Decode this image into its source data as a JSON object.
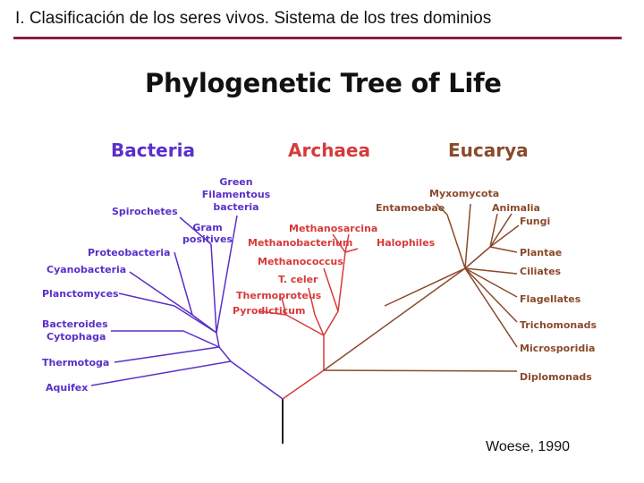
{
  "slide": {
    "title": "I. Clasificación de los seres vivos. Sistema de los tres dominios",
    "citation": "Woese, 1990"
  },
  "diagram": {
    "title": "Phylogenetic Tree of Life",
    "colors": {
      "bacteria": "#5a2fc9",
      "archaea": "#d83a3a",
      "eucarya": "#8b4a2b",
      "root": "#222222",
      "rule": "#8b1e4b"
    },
    "domains": {
      "bacteria": "Bacteria",
      "archaea": "Archaea",
      "eucarya": "Eucarya"
    },
    "bacteria": {
      "green_filamentous": [
        "Green",
        "Filamentous",
        "bacteria"
      ],
      "spirochetes": "Spirochetes",
      "gram_positives": [
        "Gram",
        "positives"
      ],
      "proteobacteria": "Proteobacteria",
      "cyanobacteria": "Cyanobacteria",
      "planctomyces": "Planctomyces",
      "bacteroides": [
        "Bacteroides",
        "Cytophaga"
      ],
      "thermotoga": "Thermotoga",
      "aquifex": "Aquifex"
    },
    "archaea": {
      "methanosarcina": "Methanosarcina",
      "methanobacterium": "Methanobacterium",
      "halophiles": "Halophiles",
      "methanococcus": "Methanococcus",
      "t_celer": "T. celer",
      "thermoproteus": "Thermoproteus",
      "pyrodicticum": "Pyrodicticum"
    },
    "eucarya": {
      "entamoebae": "Entamoebae",
      "myxomycota": "Myxomycota",
      "animalia": "Animalia",
      "fungi": "Fungi",
      "plantae": "Plantae",
      "ciliates": "Ciliates",
      "flagellates": "Flagellates",
      "trichomonads": "Trichomonads",
      "microsporidia": "Microsporidia",
      "diplomonads": "Diplomonads"
    }
  }
}
